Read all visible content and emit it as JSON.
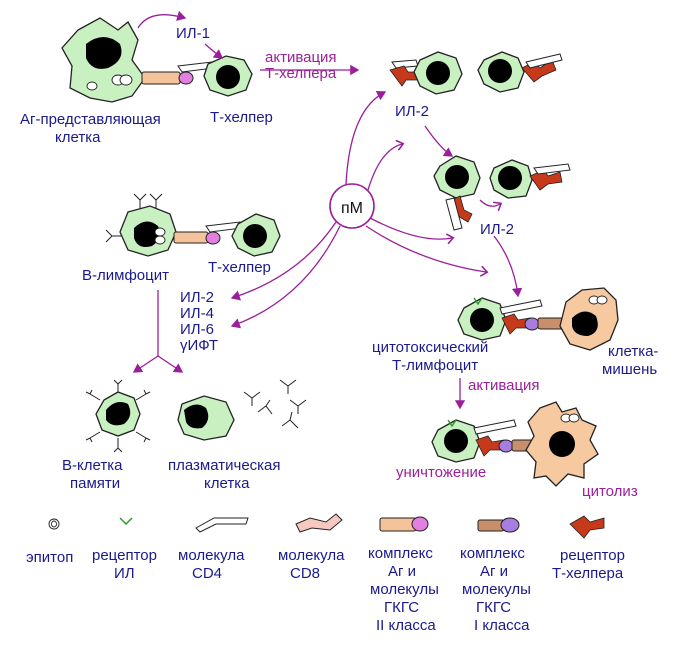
{
  "labels": {
    "il1": "ИЛ-1",
    "activation_th": "активация\nТ-хелпера",
    "apc": "Аг-представляющая\nклетка",
    "t_helper_top": "Т-хелпер",
    "il2_top": "ИЛ-2",
    "macrophage": "пМ",
    "il2_mid": "ИЛ-2",
    "b_lymphocyte": "В-лимфоцит",
    "t_helper_mid": "Т-хелпер",
    "cytokines": "ИЛ-2\nИЛ-4\nИЛ-6\nγИФТ",
    "cytotoxic": "цитотоксический\nТ-лимфоцит",
    "target_cell": "клетка-\nмишень",
    "activation_ctl": "активация",
    "b_memory": "В-клетка\nпамяти",
    "plasma_cell": "плазматическая\nклетка",
    "destruction": "уничтожение",
    "cytolysis": "цитолиз"
  },
  "legend": [
    {
      "id": "epitope",
      "label": "эпитоп"
    },
    {
      "id": "il-receptor",
      "label": "рецептор\nИЛ"
    },
    {
      "id": "cd4",
      "label": "молекула\nCD4"
    },
    {
      "id": "cd8",
      "label": "молекула\nCD8"
    },
    {
      "id": "mhc2-complex",
      "label": "комплекс\nАг и\nмолекулы\nГКГС\nII класса"
    },
    {
      "id": "mhc1-complex",
      "label": "комплекс\nАг и\nмолекулы\nГКГС\nI класса"
    },
    {
      "id": "th-receptor",
      "label": "рецептор\nТ-хелпера"
    }
  ],
  "colors": {
    "text_blue": "#1a1a8c",
    "text_purple": "#9b1f9b",
    "cell_green": "#c8f0c0",
    "cell_orange": "#f7c9a0",
    "receptor_red": "#c63a1b",
    "complex_pink": "#e27fe0",
    "complex_violet": "#a77ee0"
  }
}
